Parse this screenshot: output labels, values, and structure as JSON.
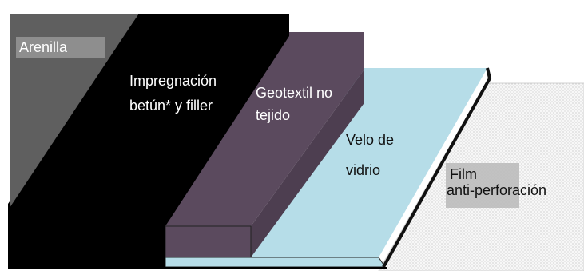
{
  "layers": [
    {
      "name": "arenilla",
      "label": "Arenilla",
      "color": "#5f5f5f"
    },
    {
      "name": "impregnacion",
      "label_lines": [
        "Impregnación",
        "betún* y filler"
      ],
      "color": "#000000"
    },
    {
      "name": "geotextil",
      "label_lines": [
        "Geotextil no",
        "tejido"
      ],
      "color": "#5b4a5e"
    },
    {
      "name": "velo",
      "label_lines": [
        "Velo de",
        "vidrio"
      ],
      "color": "#b6dde8"
    },
    {
      "name": "film",
      "label_lines": [
        "Film",
        "anti-perforación"
      ],
      "color": "#f4f4f4"
    }
  ]
}
